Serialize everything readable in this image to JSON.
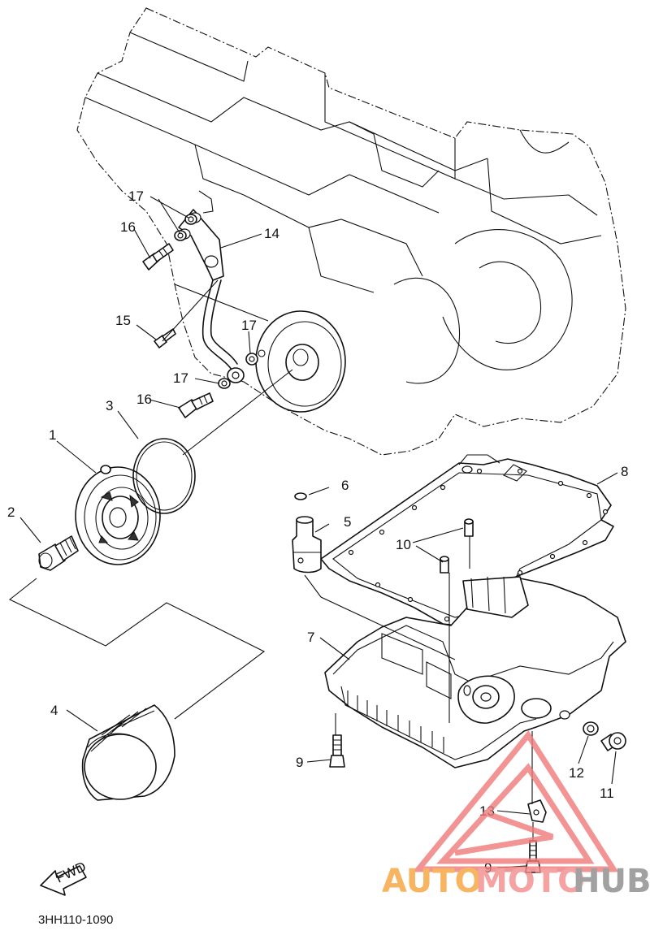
{
  "diagram": {
    "drawing_code": "3HH110-1090",
    "fwd_arrow_label": "FWD",
    "part_labels": [
      "1",
      "2",
      "3",
      "4",
      "5",
      "6",
      "7",
      "8",
      "9",
      "9",
      "10",
      "11",
      "12",
      "13",
      "14",
      "15",
      "16",
      "16",
      "17",
      "17",
      "17"
    ]
  },
  "watermark": {
    "part1": "AUTO",
    "part2": "MOTO",
    "part3": "HUB",
    "colors": {
      "auto": "#f6a33b",
      "moto": "#f28b8b",
      "hub": "#8a8a8a",
      "triangle": "#f07a7a"
    }
  }
}
